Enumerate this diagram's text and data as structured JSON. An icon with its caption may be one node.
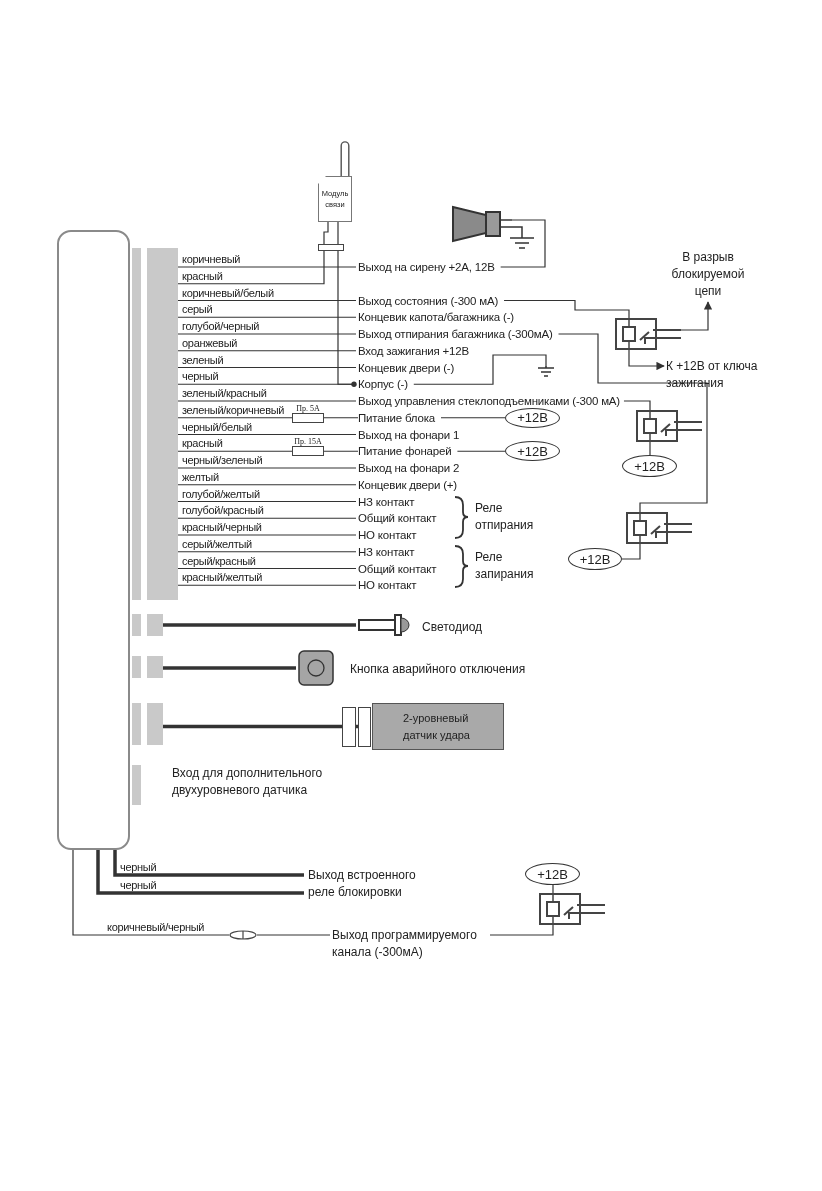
{
  "diagram": {
    "nodes": [
      {
        "text": [],
        "shape": "box"
      },
      {
        "text": [
          "Модуль связи"
        ]
      },
      {
        "text": [],
        "shape": "siren"
      },
      {
        "text": [
          "Выход на сирену +2А, 12В"
        ]
      },
      {
        "text": [
          "Выход состояния (-300 мА)"
        ]
      },
      {
        "text": [
          "Концевик капота/багажника (-)"
        ]
      },
      {
        "text": [
          "Выход отпирания багажника (-300мА)"
        ]
      },
      {
        "text": [
          "Вход зажигания +12В"
        ]
      },
      {
        "text": [
          "Концевик двери (-)"
        ]
      },
      {
        "text": [
          "Корпус (-)"
        ]
      },
      {
        "text": [
          "Выход управления стеклоподъемниками (-300 мА)"
        ]
      },
      {
        "text": [
          "Пр. 5А"
        ]
      },
      {
        "text": [
          "Питание блока"
        ]
      },
      {
        "text": [
          "Выход на фонари 1"
        ]
      },
      {
        "text": [
          "Пр. 15А"
        ]
      },
      {
        "text": [
          "Питание фонарей"
        ]
      },
      {
        "text": [
          "Выход на фонари 2"
        ]
      },
      {
        "text": [
          "Концевик двери (+)"
        ]
      },
      {
        "text": [
          "НЗ контакт"
        ]
      },
      {
        "text": [
          "Общий контакт"
        ]
      },
      {
        "text": [
          "НО контакт"
        ]
      },
      {
        "text": [
          "НЗ контакт"
        ]
      },
      {
        "text": [
          "Общий контакт"
        ]
      },
      {
        "text": [
          "НО контакт"
        ]
      },
      {
        "text": [
          "В разрыв блокируемой цепи"
        ]
      },
      {
        "text": [],
        "shape": "relay"
      },
      {
        "text": [
          "К +12В от ключа зажигания"
        ]
      },
      {
        "text": [],
        "shape": "ground"
      },
      {
        "text": [],
        "shape": "relay"
      },
      {
        "text": [
          "+12В"
        ]
      },
      {
        "text": [
          "+12В"
        ]
      },
      {
        "text": [
          "+12В"
        ]
      },
      {
        "text": [],
        "shape": "relay"
      },
      {
        "text": [
          "+12В"
        ]
      },
      {
        "text": [],
        "shape": "picture",
        "beside": [
          "Светодиод"
        ]
      },
      {
        "text": [],
        "shape": "picture",
        "beside": [
          "Кнопка аварийного отключения"
        ]
      },
      {
        "text": [
          "2-уровневый датчик удара"
        ]
      },
      {
        "text": [
          "Выход встроенного реле блокировки"
        ]
      },
      {
        "text": [],
        "shape": "ellipse"
      },
      {
        "text": [
          "Выход программируемого канала (-300мА)"
        ]
      },
      {
        "text": [
          "+12В"
        ]
      },
      {
        "text": [],
        "shape": "relay"
      },
      {
        "text": [],
        "shape": "connector"
      },
      {
        "text": [],
        "shape": "connector"
      },
      {
        "text": [],
        "shape": "connector"
      },
      {
        "text": [],
        "shape": "connector"
      },
      {
        "text": [],
        "shape": "connector"
      }
    ],
    "edges": [
      {
        "from": 42,
        "to": 3,
        "arrow": "none",
        "label": "коричневый"
      },
      {
        "from": 42,
        "to": 1,
        "arrow": "none",
        "label": "красный"
      },
      {
        "from": 42,
        "to": 4,
        "arrow": "none",
        "label": "коричневый/белый"
      },
      {
        "from": 42,
        "to": 5,
        "arrow": "none",
        "label": "серый"
      },
      {
        "from": 42,
        "to": 6,
        "arrow": "none",
        "label": "голубой/черный"
      },
      {
        "from": 42,
        "to": 7,
        "arrow": "none",
        "label": "оранжевый"
      },
      {
        "from": 42,
        "to": 8,
        "arrow": "none",
        "label": "зеленый"
      },
      {
        "from": 42,
        "to": 9,
        "arrow": "none",
        "label": "черный"
      },
      {
        "from": 42,
        "to": 10,
        "arrow": "none",
        "label": "зеленый/красный"
      },
      {
        "from": 42,
        "to": 11,
        "arrow": "none",
        "label": "зеленый/коричневый"
      },
      {
        "from": 11,
        "to": 12,
        "arrow": "none"
      },
      {
        "from": 42,
        "to": 13,
        "arrow": "none",
        "label": "черный/белый"
      },
      {
        "from": 42,
        "to": 14,
        "arrow": "none",
        "label": "красный"
      },
      {
        "from": 14,
        "to": 15,
        "arrow": "none"
      },
      {
        "from": 42,
        "to": 16,
        "arrow": "none",
        "label": "черный/зеленый"
      },
      {
        "from": 42,
        "to": 17,
        "arrow": "none",
        "label": "желтый"
      },
      {
        "from": 42,
        "to": 18,
        "arrow": "none",
        "label": "голубой/желтый"
      },
      {
        "from": 42,
        "to": 19,
        "arrow": "none",
        "label": "голубой/красный"
      },
      {
        "from": 42,
        "to": 20,
        "arrow": "none",
        "label": "красный/черный"
      },
      {
        "from": 42,
        "to": 21,
        "arrow": "none",
        "label": "серый/желтый"
      },
      {
        "from": 42,
        "to": 22,
        "arrow": "none",
        "label": "серый/красный"
      },
      {
        "from": 42,
        "to": 23,
        "arrow": "none",
        "label": "красный/желтый"
      },
      {
        "from": 1,
        "to": 9,
        "arrow": "other"
      },
      {
        "from": 3,
        "to": 2,
        "arrow": "none"
      },
      {
        "from": 4,
        "to": 25,
        "arrow": "none"
      },
      {
        "from": 25,
        "to": 24,
        "arrow": "to"
      },
      {
        "from": 25,
        "to": 26,
        "arrow": "to"
      },
      {
        "from": 6,
        "to": 32,
        "arrow": "none"
      },
      {
        "from": 9,
        "to": 27,
        "arrow": "none"
      },
      {
        "from": 10,
        "to": 28,
        "arrow": "none"
      },
      {
        "from": 28,
        "to": 29,
        "arrow": "none"
      },
      {
        "from": 12,
        "to": 30,
        "arrow": "none"
      },
      {
        "from": 15,
        "to": 31,
        "arrow": "none"
      },
      {
        "from": 33,
        "to": 32,
        "arrow": "none"
      },
      {
        "from": 43,
        "to": 34,
        "arrow": "none",
        "style": "thick"
      },
      {
        "from": 44,
        "to": 35,
        "arrow": "none",
        "style": "thick"
      },
      {
        "from": 45,
        "to": 36,
        "arrow": "none",
        "style": "thick"
      },
      {
        "from": 0,
        "to": 37,
        "arrow": "none",
        "label": "черный",
        "style": "thick"
      },
      {
        "from": 0,
        "to": 37,
        "arrow": "none",
        "label": "черный",
        "style": "thick"
      },
      {
        "from": 0,
        "to": 38,
        "arrow": "none",
        "label": "коричневый/черный"
      },
      {
        "from": 38,
        "to": 39,
        "arrow": "none"
      },
      {
        "from": 39,
        "to": 41,
        "arrow": "none"
      },
      {
        "from": 41,
        "to": 40,
        "arrow": "none"
      }
    ],
    "labels": [
      "Реле отпирания",
      "Реле запирания",
      "Вход для дополнительного двухуровневого датчика"
    ]
  }
}
